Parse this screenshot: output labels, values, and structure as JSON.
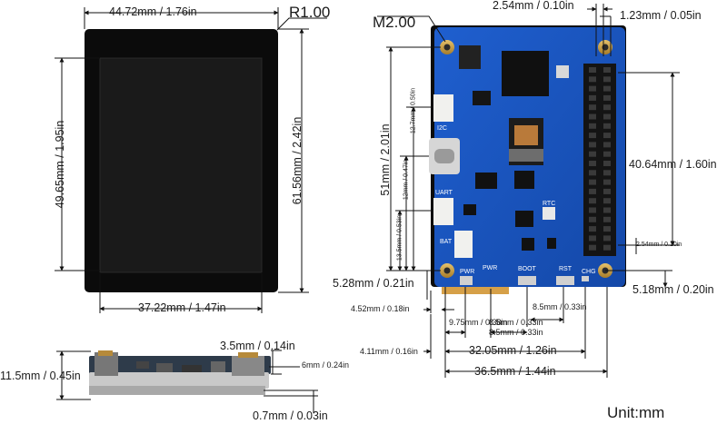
{
  "units_note": "Unit:mm",
  "display": {
    "width": "44.72mm / 1.76in",
    "corner_radius": "R1.00",
    "screen_height": "49.65mm / 1.95in",
    "outer_height": "61.56mm / 2.42in",
    "screen_width": "37.22mm / 1.47in"
  },
  "side_view": {
    "total_thickness": "11.5mm / 0.45in",
    "connector_height": "3.5mm / 0.14in",
    "component_height": "6mm / 0.24in",
    "glass_thickness": "0.7mm / 0.03in"
  },
  "board": {
    "hole_diameter": "M2.00",
    "pin_pitch": "2.54mm / 0.10in",
    "header_edge": "1.23mm / 0.05in",
    "header_length": "40.64mm / 1.60in",
    "board_height": "51mm / 2.01in",
    "header_row_offset": "2.54mm / 0.10in",
    "i2c_offset": "12.7mm / 0.50in",
    "usb_offset": "12mm / 0.47in",
    "uart_offset": "13.5mm / 0.53in",
    "left_hole_offset": "5.28mm / 0.21in",
    "right_hole_offset": "5.18mm / 0.20in",
    "left_edge_offset": "4.52mm / 0.18in",
    "pwr_button_offset": "9.75mm / 0.38in",
    "boot_button_offset_a": "8.5mm / 0.33in",
    "boot_button_offset_b": "8.5mm / 0.33in",
    "rst_button_offset": "8.5mm / 0.33in",
    "board_edge_offset": "4.11mm / 0.16in",
    "hole_spacing": "32.05mm / 1.26in",
    "board_width": "36.5mm / 1.44in",
    "silkscreen": {
      "i2c": "I2C",
      "uart": "UART",
      "bat": "BAT",
      "pwr": "PWR",
      "boot": "BOOT",
      "rst": "RST",
      "chg": "CHG",
      "rtc": "RTC"
    }
  }
}
